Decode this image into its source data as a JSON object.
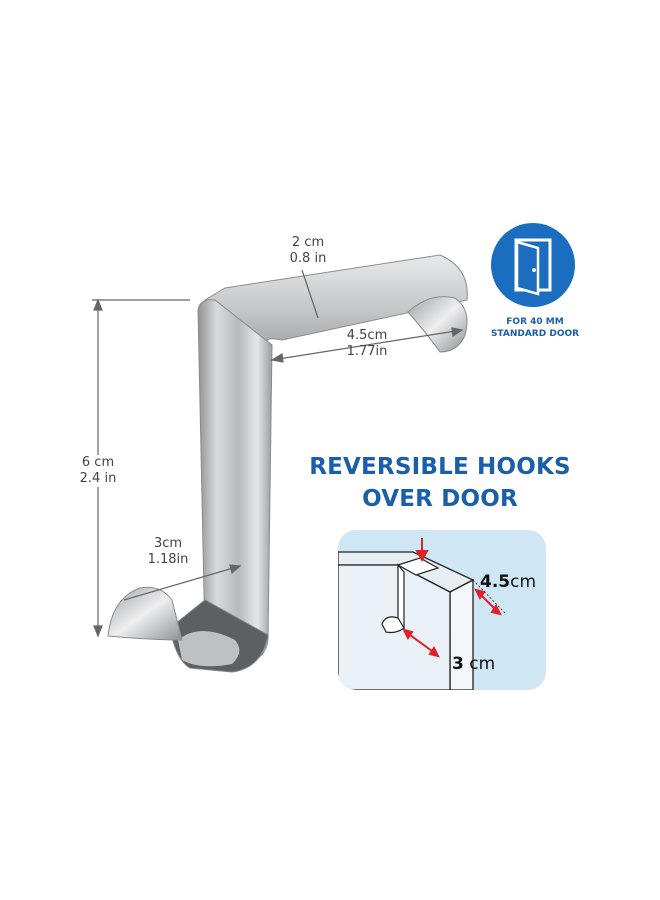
{
  "badge": {
    "icon": "door-icon",
    "line1": "FOR 40 MM",
    "line2": "STANDARD DOOR",
    "color": "#1a6dbf"
  },
  "headline": {
    "line1": "REVERSIBLE HOOKS",
    "line2": "OVER DOOR",
    "color": "#1a5fa8"
  },
  "dimensions": {
    "top_cm": "2 cm",
    "top_in": "0.8 in",
    "depth_cm": "4.5cm",
    "depth_in": "1.77in",
    "height_cm": "6 cm",
    "height_in": "2.4 in",
    "lip_cm": "3cm",
    "lip_in": "1.18in"
  },
  "inset": {
    "depth_value": "4.5",
    "depth_unit": "cm",
    "lip_value": "3",
    "lip_unit": "cm",
    "background": "#cfe6f5",
    "arrow_color": "#e0202a"
  }
}
